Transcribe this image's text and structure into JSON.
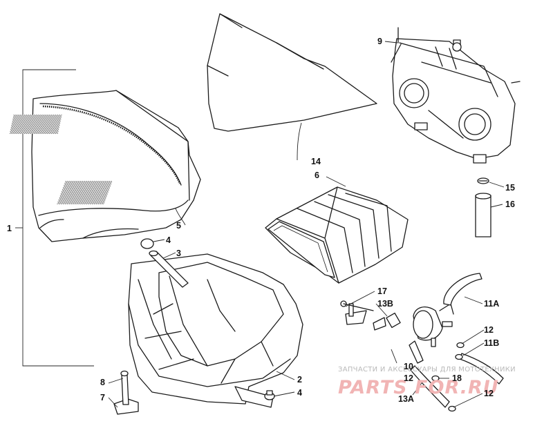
{
  "callouts": {
    "c1": "1",
    "c2": "2",
    "c3": "3",
    "c4a": "4",
    "c4b": "4",
    "c5": "5",
    "c6": "6",
    "c7": "7",
    "c8": "8",
    "c9": "9",
    "c10": "10",
    "c11a": "11A",
    "c11b": "11B",
    "c12a": "12",
    "c12b": "12",
    "c12c": "12",
    "c13a": "13A",
    "c13b": "13B",
    "c14": "14",
    "c15": "15",
    "c16": "16",
    "c17": "17",
    "c18": "18"
  },
  "watermark": {
    "tagline": "ЗАПЧАСТИ И АКСЕССУАРЫ ДЛЯ МОТОТЕХНИКИ",
    "logo": "PARTS FOR.RU",
    "color": "#f1b4b4"
  }
}
